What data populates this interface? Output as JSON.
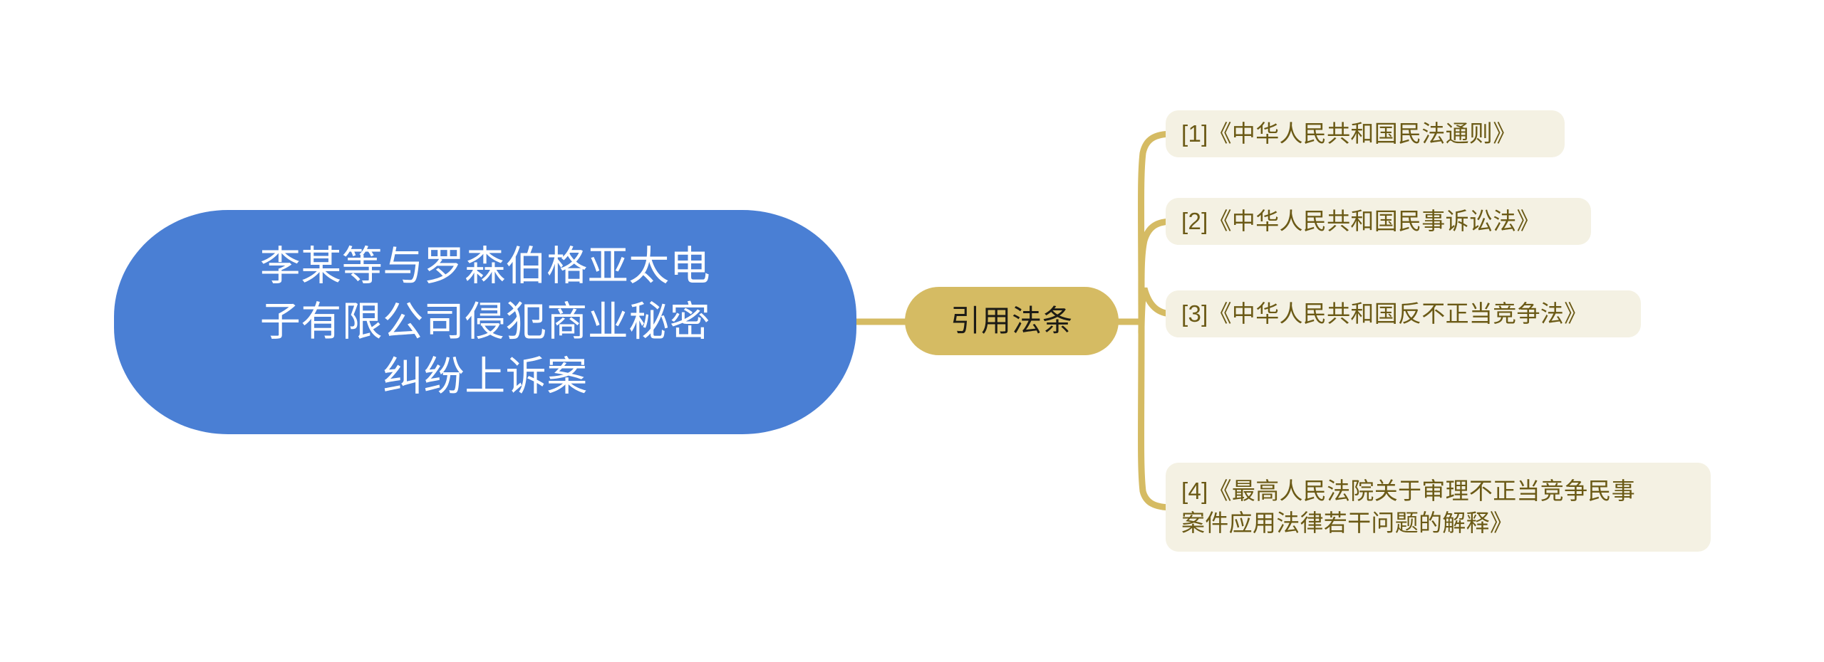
{
  "diagram": {
    "type": "mind-map",
    "background_color": "#ffffff",
    "root": {
      "text": "李某等与罗森伯格亚太电\n子有限公司侵犯商业秘密\n纠纷上诉案",
      "full_text": "李某等与罗森伯格亚太电子有限公司侵犯商业秘密纠纷上诉案",
      "fill_color": "#4a7fd4",
      "text_color": "#ffffff"
    },
    "branch": {
      "text": "引用法条",
      "fill_color": "#d5bb63",
      "text_color": "#1c1b16"
    },
    "connector_color": "#d5bb63",
    "leaf_style": {
      "fill_color": "#f4f1e3",
      "text_color": "#6b5a16"
    },
    "leaves": [
      {
        "text": "[1]《中华人民共和国民法通则》"
      },
      {
        "text": "[2]《中华人民共和国民事诉讼法》"
      },
      {
        "text": "[3]《中华人民共和国反不正当竞争法》"
      },
      {
        "text": "[4]《最高人民法院关于审理不正当竞争民事\n案件应用法律若干问题的解释》"
      }
    ]
  }
}
